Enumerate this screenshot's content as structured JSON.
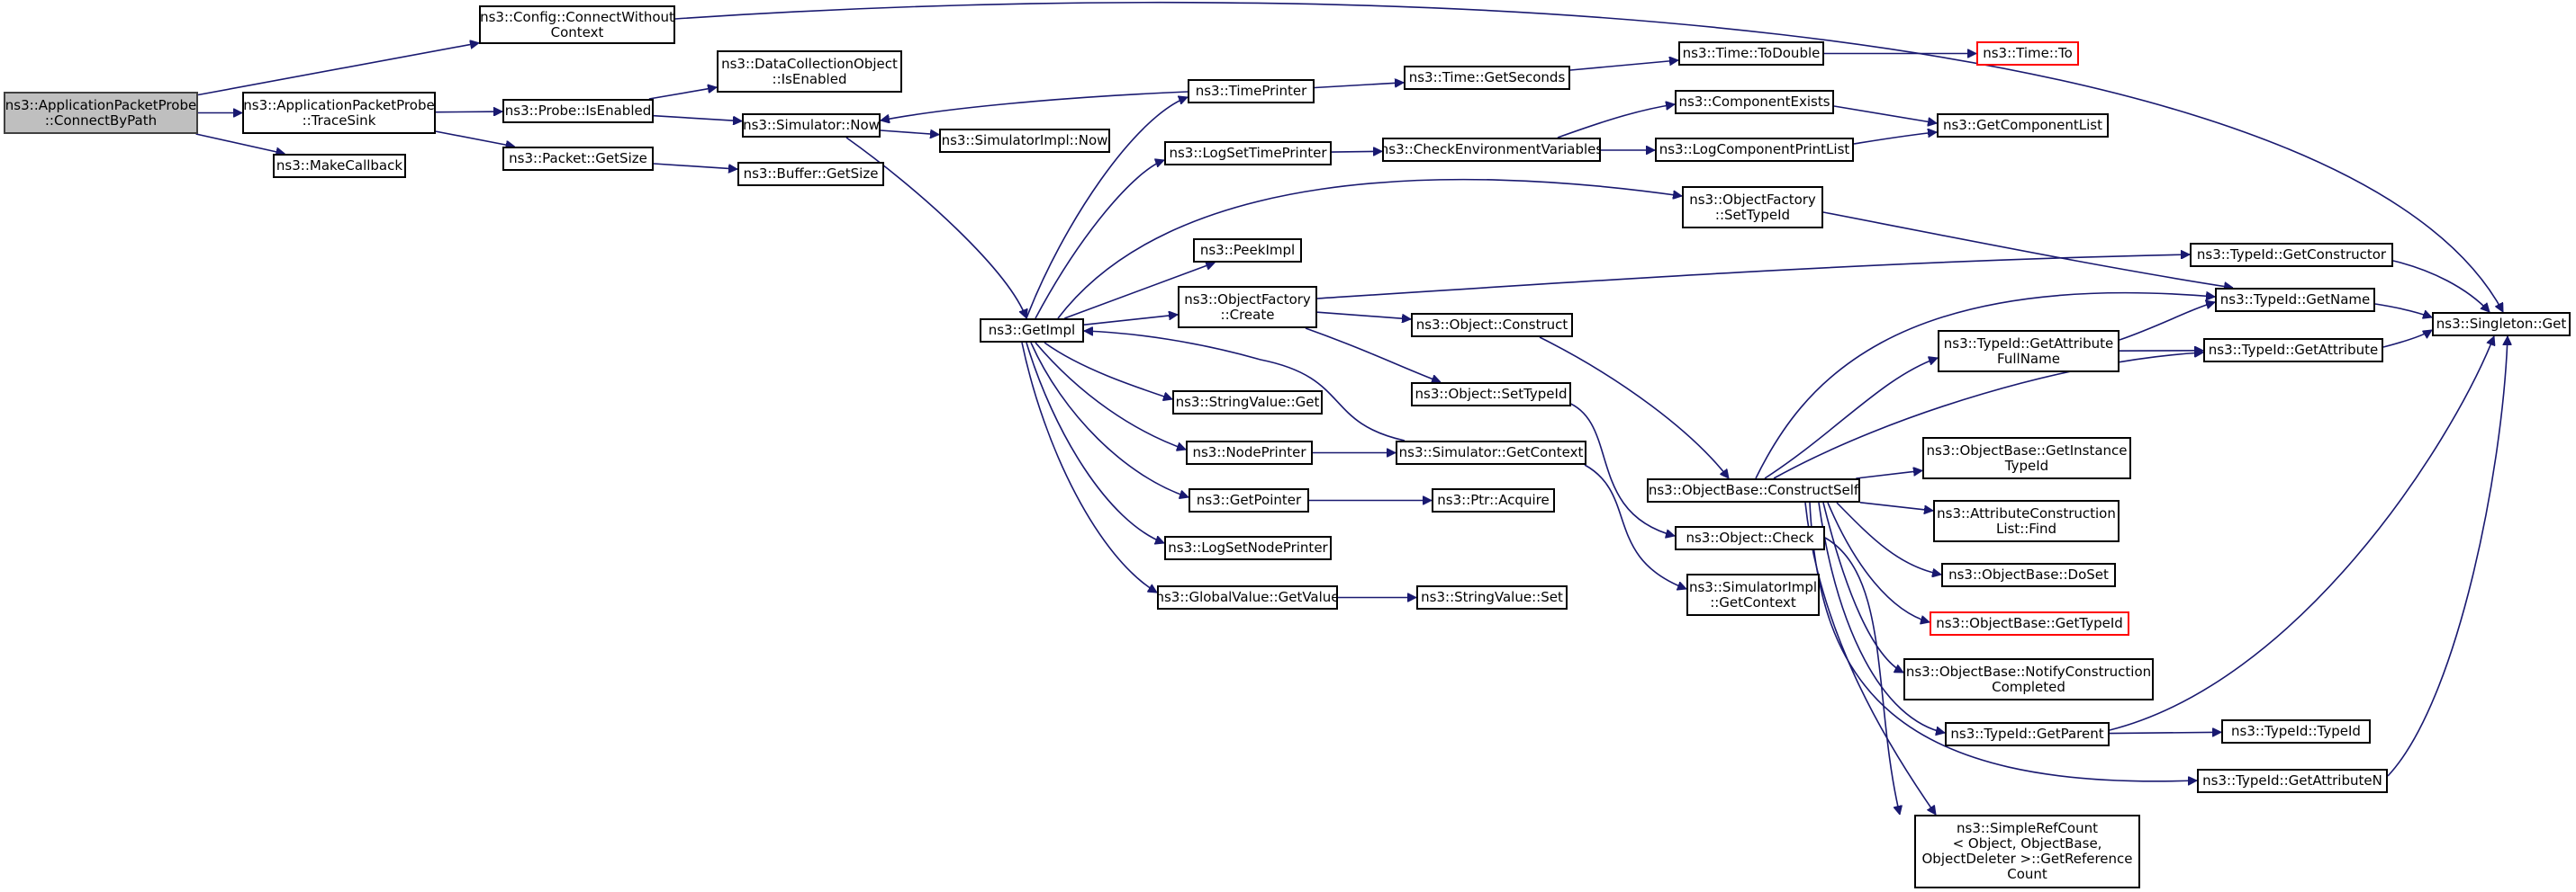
{
  "colors": {
    "edge": "#191970",
    "root_fill": "#bfbfbf",
    "truncated_border": "#ff0000",
    "node_border": "#000000"
  },
  "nodes": [
    {
      "id": "root",
      "lines": [
        "ns3::ApplicationPacketProbe",
        "::ConnectByPath"
      ],
      "type": "root"
    },
    {
      "id": "cfg",
      "lines": [
        "ns3::Config::ConnectWithout",
        "Context"
      ]
    },
    {
      "id": "trace",
      "lines": [
        "ns3::ApplicationPacketProbe",
        "::TraceSink"
      ]
    },
    {
      "id": "mkcb",
      "lines": [
        "ns3::MakeCallback"
      ]
    },
    {
      "id": "dco",
      "lines": [
        "ns3::DataCollectionObject",
        "::IsEnabled"
      ]
    },
    {
      "id": "probe",
      "lines": [
        "ns3::Probe::IsEnabled"
      ]
    },
    {
      "id": "pkt",
      "lines": [
        "ns3::Packet::GetSize"
      ]
    },
    {
      "id": "buf",
      "lines": [
        "ns3::Buffer::GetSize"
      ]
    },
    {
      "id": "simnow",
      "lines": [
        "ns3::Simulator::Now"
      ]
    },
    {
      "id": "simimplnow",
      "lines": [
        "ns3::SimulatorImpl::Now"
      ]
    },
    {
      "id": "getimpl",
      "lines": [
        "ns3::GetImpl"
      ]
    },
    {
      "id": "timeprinter",
      "lines": [
        "ns3::TimePrinter"
      ]
    },
    {
      "id": "logsettime",
      "lines": [
        "ns3::LogSetTimePrinter"
      ]
    },
    {
      "id": "peekimpl",
      "lines": [
        "ns3::PeekImpl"
      ]
    },
    {
      "id": "ofcreate",
      "lines": [
        "ns3::ObjectFactory",
        "::Create"
      ]
    },
    {
      "id": "strget",
      "lines": [
        "ns3::StringValue::Get"
      ]
    },
    {
      "id": "nodeprinter",
      "lines": [
        "ns3::NodePrinter"
      ]
    },
    {
      "id": "getpointer",
      "lines": [
        "ns3::GetPointer"
      ]
    },
    {
      "id": "logsetnode",
      "lines": [
        "ns3::LogSetNodePrinter"
      ]
    },
    {
      "id": "gvget",
      "lines": [
        "ns3::GlobalValue::GetValue"
      ]
    },
    {
      "id": "getseconds",
      "lines": [
        "ns3::Time::GetSeconds"
      ]
    },
    {
      "id": "todouble",
      "lines": [
        "ns3::Time::ToDouble"
      ]
    },
    {
      "id": "timeto",
      "lines": [
        "ns3::Time::To"
      ],
      "type": "truncated"
    },
    {
      "id": "checkenv",
      "lines": [
        "ns3::CheckEnvironmentVariables"
      ]
    },
    {
      "id": "compexists",
      "lines": [
        "ns3::ComponentExists"
      ]
    },
    {
      "id": "logcomp",
      "lines": [
        "ns3::LogComponentPrintList"
      ]
    },
    {
      "id": "getcomplist",
      "lines": [
        "ns3::GetComponentList"
      ]
    },
    {
      "id": "ofsettype",
      "lines": [
        "ns3::ObjectFactory",
        "::SetTypeId"
      ]
    },
    {
      "id": "objconstruct",
      "lines": [
        "ns3::Object::Construct"
      ]
    },
    {
      "id": "objsettype",
      "lines": [
        "ns3::Object::SetTypeId"
      ]
    },
    {
      "id": "simgetctx",
      "lines": [
        "ns3::Simulator::GetContext"
      ]
    },
    {
      "id": "ptracq",
      "lines": [
        "ns3::Ptr::Acquire"
      ]
    },
    {
      "id": "strset",
      "lines": [
        "ns3::StringValue::Set"
      ]
    },
    {
      "id": "objcheck",
      "lines": [
        "ns3::Object::Check"
      ]
    },
    {
      "id": "simimplctx",
      "lines": [
        "ns3::SimulatorImpl",
        "::GetContext"
      ]
    },
    {
      "id": "constructself",
      "lines": [
        "ns3::ObjectBase::ConstructSelf"
      ]
    },
    {
      "id": "getconstructor",
      "lines": [
        "ns3::TypeId::GetConstructor"
      ]
    },
    {
      "id": "getname",
      "lines": [
        "ns3::TypeId::GetName"
      ]
    },
    {
      "id": "getattrfull",
      "lines": [
        "ns3::TypeId::GetAttribute",
        "FullName"
      ]
    },
    {
      "id": "getattr",
      "lines": [
        "ns3::TypeId::GetAttribute"
      ]
    },
    {
      "id": "singleton",
      "lines": [
        "ns3::Singleton::Get"
      ]
    },
    {
      "id": "getinstance",
      "lines": [
        "ns3::ObjectBase::GetInstance",
        "TypeId"
      ]
    },
    {
      "id": "attrfind",
      "lines": [
        "ns3::AttributeConstruction",
        "List::Find"
      ]
    },
    {
      "id": "doset",
      "lines": [
        "ns3::ObjectBase::DoSet"
      ]
    },
    {
      "id": "obgettype",
      "lines": [
        "ns3::ObjectBase::GetTypeId"
      ],
      "type": "truncated"
    },
    {
      "id": "notify",
      "lines": [
        "ns3::ObjectBase::NotifyConstruction",
        "Completed"
      ]
    },
    {
      "id": "getparent",
      "lines": [
        "ns3::TypeId::GetParent"
      ]
    },
    {
      "id": "typeidtid",
      "lines": [
        "ns3::TypeId::TypeId"
      ]
    },
    {
      "id": "getattrn",
      "lines": [
        "ns3::TypeId::GetAttributeN"
      ]
    },
    {
      "id": "simpleref",
      "lines": [
        "ns3::SimpleRefCount",
        "< Object, ObjectBase,",
        "ObjectDeleter >::GetReference",
        "Count"
      ]
    }
  ],
  "edges": [
    [
      "root",
      "cfg"
    ],
    [
      "root",
      "trace"
    ],
    [
      "root",
      "mkcb"
    ],
    [
      "cfg",
      "singleton"
    ],
    [
      "trace",
      "probe"
    ],
    [
      "trace",
      "pkt"
    ],
    [
      "probe",
      "dco"
    ],
    [
      "probe",
      "simnow"
    ],
    [
      "pkt",
      "buf"
    ],
    [
      "simnow",
      "simimplnow"
    ],
    [
      "simnow",
      "getimpl"
    ],
    [
      "getimpl",
      "timeprinter"
    ],
    [
      "getimpl",
      "logsettime"
    ],
    [
      "getimpl",
      "ofsettype"
    ],
    [
      "getimpl",
      "peekimpl"
    ],
    [
      "getimpl",
      "ofcreate"
    ],
    [
      "getimpl",
      "strget"
    ],
    [
      "getimpl",
      "nodeprinter"
    ],
    [
      "getimpl",
      "getpointer"
    ],
    [
      "getimpl",
      "logsetnode"
    ],
    [
      "getimpl",
      "gvget"
    ],
    [
      "timeprinter",
      "simnow"
    ],
    [
      "timeprinter",
      "getseconds"
    ],
    [
      "getseconds",
      "todouble"
    ],
    [
      "todouble",
      "timeto"
    ],
    [
      "logsettime",
      "checkenv"
    ],
    [
      "checkenv",
      "compexists"
    ],
    [
      "checkenv",
      "logcomp"
    ],
    [
      "compexists",
      "getcomplist"
    ],
    [
      "logcomp",
      "getcomplist"
    ],
    [
      "ofsettype",
      "getname"
    ],
    [
      "ofcreate",
      "getconstructor"
    ],
    [
      "ofcreate",
      "objconstruct"
    ],
    [
      "ofcreate",
      "objsettype"
    ],
    [
      "nodeprinter",
      "simgetctx"
    ],
    [
      "simgetctx",
      "getimpl"
    ],
    [
      "simgetctx",
      "simimplctx"
    ],
    [
      "getpointer",
      "ptracq"
    ],
    [
      "gvget",
      "strset"
    ],
    [
      "objconstruct",
      "constructself"
    ],
    [
      "objsettype",
      "objcheck"
    ],
    [
      "constructself",
      "getname"
    ],
    [
      "constructself",
      "getattrfull"
    ],
    [
      "constructself",
      "getattr"
    ],
    [
      "constructself",
      "getinstance"
    ],
    [
      "constructself",
      "attrfind"
    ],
    [
      "constructself",
      "doset"
    ],
    [
      "constructself",
      "obgettype"
    ],
    [
      "constructself",
      "notify"
    ],
    [
      "constructself",
      "getparent"
    ],
    [
      "constructself",
      "getattrn"
    ],
    [
      "constructself",
      "simpleref"
    ],
    [
      "objcheck",
      "simpleref"
    ],
    [
      "getattrfull",
      "getname"
    ],
    [
      "getattrfull",
      "getattr"
    ],
    [
      "getname",
      "singleton"
    ],
    [
      "getattr",
      "singleton"
    ],
    [
      "getconstructor",
      "singleton"
    ],
    [
      "getparent",
      "typeidtid"
    ],
    [
      "getparent",
      "singleton"
    ],
    [
      "getattrn",
      "singleton"
    ]
  ]
}
